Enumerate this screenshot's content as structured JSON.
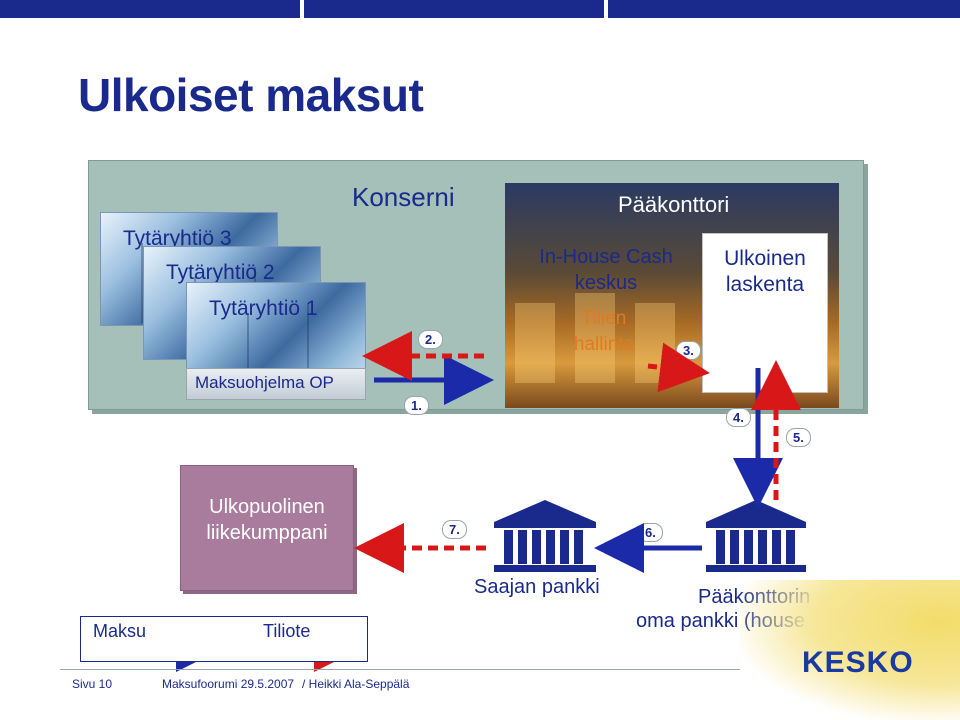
{
  "title": "Ulkoiset maksut",
  "konserni": {
    "label": "Konserni",
    "subsidiaries": [
      "Tytäryhtiö 3",
      "Tytäryhtiö 2",
      "Tytäryhtiö 1"
    ],
    "payment_program": "Maksuohjelma OP"
  },
  "headquarters": {
    "label": "Pääkonttori",
    "in_house": "In-House Cash keskus",
    "accounts": "Tilien hallinta",
    "external_accounting": "Ulkoinen laskenta"
  },
  "steps": [
    "1.",
    "2.",
    "3.",
    "4.",
    "5.",
    "6.",
    "7."
  ],
  "partner": "Ulkopuolinen liikekumppani",
  "banks": {
    "recipient": "Saajan pankki",
    "house_line1": "Pääkonttorin",
    "house_line2": "oma pankki (house bank)"
  },
  "legend": {
    "payment": "Maksu",
    "statement": "Tiliote"
  },
  "colors": {
    "payment_arrow": "#1a2aa8",
    "statement_arrow": "#d81818",
    "text": "#1a2a8c"
  },
  "footer": {
    "page": "Sivu 10",
    "event": "Maksufoorumi 29.5.2007",
    "author": "/ Heikki Ala-Seppälä"
  },
  "logo": "KESKO"
}
